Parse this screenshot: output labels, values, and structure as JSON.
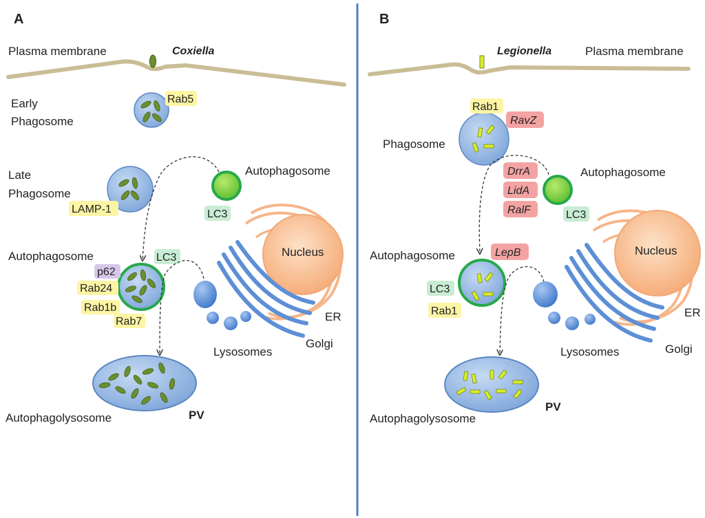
{
  "panels": {
    "a": {
      "letter": "A",
      "plasma_membrane": "Plasma membrane",
      "bacterium": "Coxiella",
      "early_phagosome": [
        "Early",
        "Phagosome"
      ],
      "late_phagosome": [
        "Late",
        "Phagosome"
      ],
      "autophagosome_free": "Autophagosome",
      "autophagosome": "Autophagosome",
      "lysosomes": "Lysosomes",
      "golgi": "Golgi",
      "er": "ER",
      "nucleus": "Nucleus",
      "pv": "PV",
      "autophagolysosome": "Autophagolysosome",
      "markers": {
        "rab5": "Rab5",
        "lamp1": "LAMP-1",
        "lc3_free": "LC3",
        "lc3": "LC3",
        "p62": "p62",
        "rab24": "Rab24",
        "rab1b": "Rab1b",
        "rab7": "Rab7"
      }
    },
    "b": {
      "letter": "B",
      "plasma_membrane": "Plasma membrane",
      "bacterium": "Legionella",
      "phagosome": "Phagosome",
      "autophagosome_free": "Autophagosome",
      "autophagosome": "Autophagosome",
      "lysosomes": "Lysosomes",
      "golgi": "Golgi",
      "er": "ER",
      "nucleus": "Nucleus",
      "pv": "PV",
      "autophagolysosome": "Autophagolysosome",
      "markers": {
        "rab1_top": "Rab1",
        "lc3_free": "LC3",
        "lc3": "LC3",
        "rab1": "Rab1"
      },
      "effectors": {
        "ravz": "RavZ",
        "drra": "DrrA",
        "lida": "LidA",
        "ralf": "RalF",
        "lepb": "LepB"
      }
    }
  },
  "colors": {
    "membrane": "#c9bd95",
    "vesicle_fill": "#8fb3e0",
    "vesicle_stroke": "#5a86c0",
    "autophagosome_ring": "#27a84a",
    "autophagosome_fill": "#7dcf3e",
    "coxiella": "#6b8f2e",
    "legionella": "#d8ee2a",
    "nucleus": "#f7b98a",
    "er_golgi": "#5d8fd6",
    "tag_yellow": "#fbf5a4",
    "tag_green": "#c9ecd5",
    "tag_purple": "#d6c7ea",
    "tag_red": "#f4a3a3",
    "divider": "#4f7fc2"
  }
}
